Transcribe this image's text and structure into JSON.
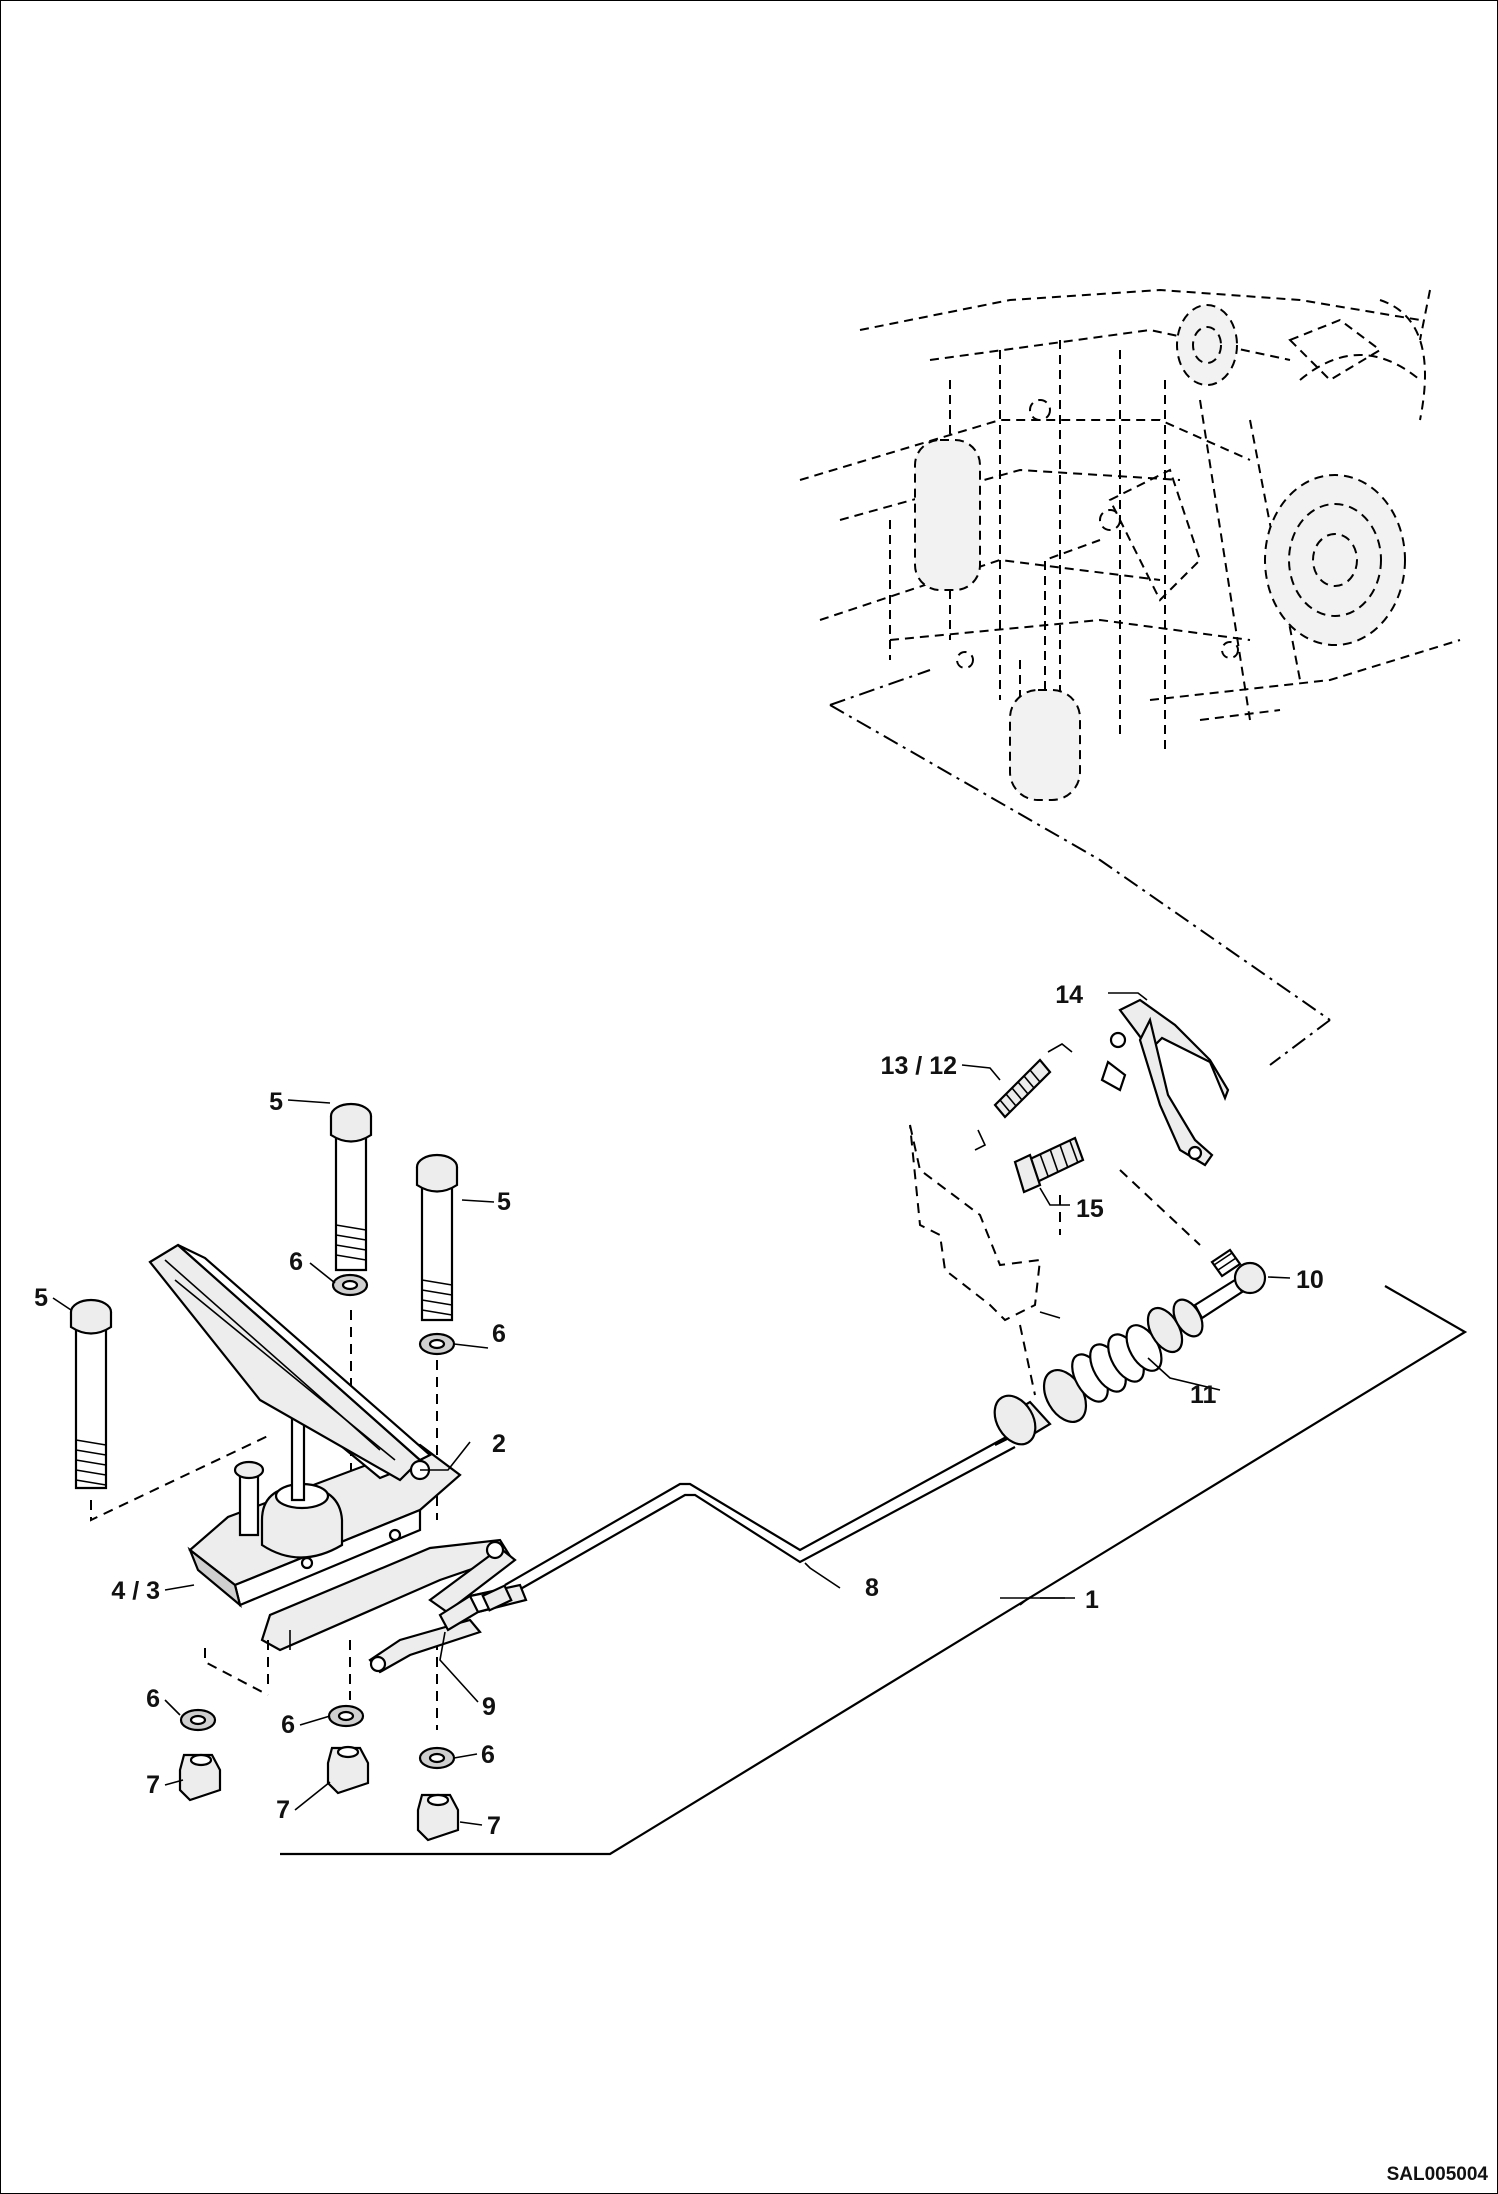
{
  "diagram": {
    "reference_code": "SAL005004",
    "callouts": [
      {
        "id": "c1",
        "text": "1"
      },
      {
        "id": "c2",
        "text": "2"
      },
      {
        "id": "c43",
        "text": "4 / 3"
      },
      {
        "id": "c5a",
        "text": "5"
      },
      {
        "id": "c5b",
        "text": "5"
      },
      {
        "id": "c5c",
        "text": "5"
      },
      {
        "id": "c6a",
        "text": "6"
      },
      {
        "id": "c6b",
        "text": "6"
      },
      {
        "id": "c6c",
        "text": "6"
      },
      {
        "id": "c6d",
        "text": "6"
      },
      {
        "id": "c6e",
        "text": "6"
      },
      {
        "id": "c7a",
        "text": "7"
      },
      {
        "id": "c7b",
        "text": "7"
      },
      {
        "id": "c7c",
        "text": "7"
      },
      {
        "id": "c8",
        "text": "8"
      },
      {
        "id": "c9",
        "text": "9"
      },
      {
        "id": "c10",
        "text": "10"
      },
      {
        "id": "c11",
        "text": "11"
      },
      {
        "id": "c1312",
        "text": "13 / 12"
      },
      {
        "id": "c14",
        "text": "14"
      },
      {
        "id": "c15",
        "text": "15"
      }
    ]
  }
}
